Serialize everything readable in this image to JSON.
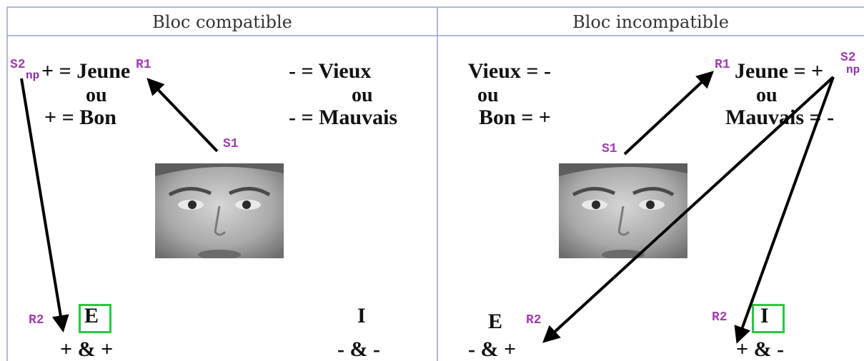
{
  "compatible": {
    "title": "Bloc compatible",
    "left_line1": "+ = Jeune",
    "left_ou": "ou",
    "left_line2": "+ = Bon",
    "right_line1": "- =  Vieux",
    "right_ou": "ou",
    "right_line2": "- = Mauvais",
    "label_s1": "S1",
    "label_s2": "S2",
    "label_np": "np",
    "label_r1": "R1",
    "label_r2": "R2",
    "key_left": "E",
    "key_right": "I",
    "response_left": "+ & +",
    "response_right": "- & -"
  },
  "incompatible": {
    "title": "Bloc incompatible",
    "left_line1": "Vieux = -",
    "left_ou": "ou",
    "left_line2": "Bon = +",
    "right_line1": "Jeune   = +",
    "right_ou": "ou",
    "right_line2": "Mauvais = -",
    "label_s1": "S1",
    "label_s2": "S2",
    "label_np": "np",
    "label_r1": "R1",
    "label_r2_left": "R2",
    "label_r2_right": "R2",
    "key_left": "E",
    "key_right": "I",
    "response_left": "- & +",
    "response_right": "+ & -"
  },
  "colors": {
    "label": "#a23fb0",
    "highlight_box": "#27c93f",
    "border": "#9aa0c8",
    "arrow": "#000000"
  }
}
